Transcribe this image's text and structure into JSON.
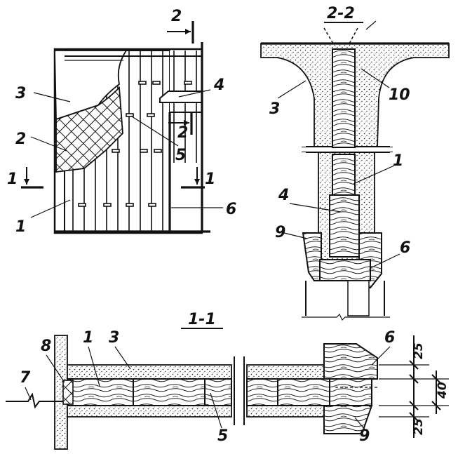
{
  "figure": {
    "section_labels": {
      "s22": "2-2",
      "s11": "1-1",
      "cut1_left": "1",
      "cut1_right": "1",
      "cut2_top": "2",
      "cut2_mid": "2"
    },
    "elevation_callouts": {
      "n1": "1",
      "n2": "2",
      "n3": "3",
      "n4": "4",
      "n5": "5",
      "n6": "6"
    },
    "section22_callouts": {
      "n1": "1",
      "n3": "3",
      "n4": "4",
      "n6": "6",
      "n9": "9",
      "n10": "10"
    },
    "section11_callouts": {
      "n1": "1",
      "n3": "3",
      "n5": "5",
      "n6": "6",
      "n7": "7",
      "n8": "8",
      "n9": "9"
    },
    "dimensions": {
      "d_top": "25",
      "d_mid": "40",
      "d_bot": "25"
    }
  }
}
